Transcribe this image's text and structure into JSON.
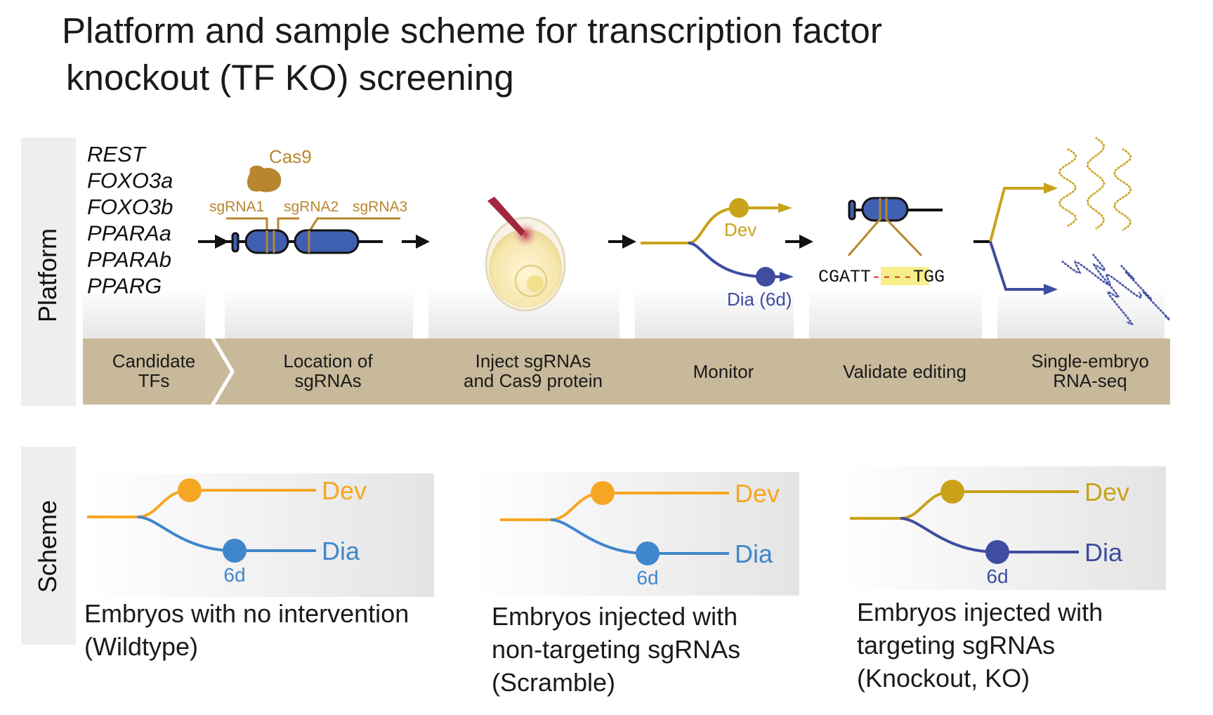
{
  "title": {
    "line1": "Platform and sample scheme for transcription factor",
    "line2": "knockout (TF KO) screening"
  },
  "sections": {
    "platform": "Platform",
    "scheme": "Scheme"
  },
  "tf_list": [
    "REST",
    "FOXO3a",
    "FOXO3b",
    "PPARAa",
    "PPARAb",
    "PPARG"
  ],
  "gene_labels": {
    "cas9": "Cas9",
    "sgrna1": "sgRNA1",
    "sgrna2": "sgRNA2",
    "sgrna3": "sgRNA3"
  },
  "monitor_labels": {
    "dev": "Dev",
    "dia": "Dia (6d)"
  },
  "validate_seq": {
    "left": "CGATT",
    "gap": "----",
    "right": "TGG"
  },
  "steps": [
    {
      "line1": "Candidate",
      "line2": "TFs"
    },
    {
      "line1": "Location of",
      "line2": "sgRNAs"
    },
    {
      "line1": "Inject sgRNAs",
      "line2": "and Cas9 protein"
    },
    {
      "line1": "Monitor",
      "line2": ""
    },
    {
      "line1": "Validate editing",
      "line2": ""
    },
    {
      "line1": "Single-embryo",
      "line2": "RNA-seq"
    }
  ],
  "schemes": [
    {
      "dev": "Dev",
      "dia": "Dia",
      "day": "6d",
      "cap1": "Embryos with no intervention",
      "cap2": "(Wildtype)",
      "cap3": ""
    },
    {
      "dev": "Dev",
      "dia": "Dia",
      "day": "6d",
      "cap1": "Embryos injected with",
      "cap2": "non-targeting sgRNAs",
      "cap3": "(Scramble)"
    },
    {
      "dev": "Dev",
      "dia": "Dia",
      "day": "6d",
      "cap1": "Embryos injected with",
      "cap2": "targeting sgRNAs",
      "cap3": "(Knockout, KO)"
    }
  ],
  "colors": {
    "step_band": "#c8b99a",
    "gene_blue": "#3f5fb0",
    "gold": "#c9a21a",
    "brown": "#b8862f",
    "orange": "#f5a623",
    "light_blue": "#3f86cc",
    "dark_blue": "#3e4da0"
  }
}
